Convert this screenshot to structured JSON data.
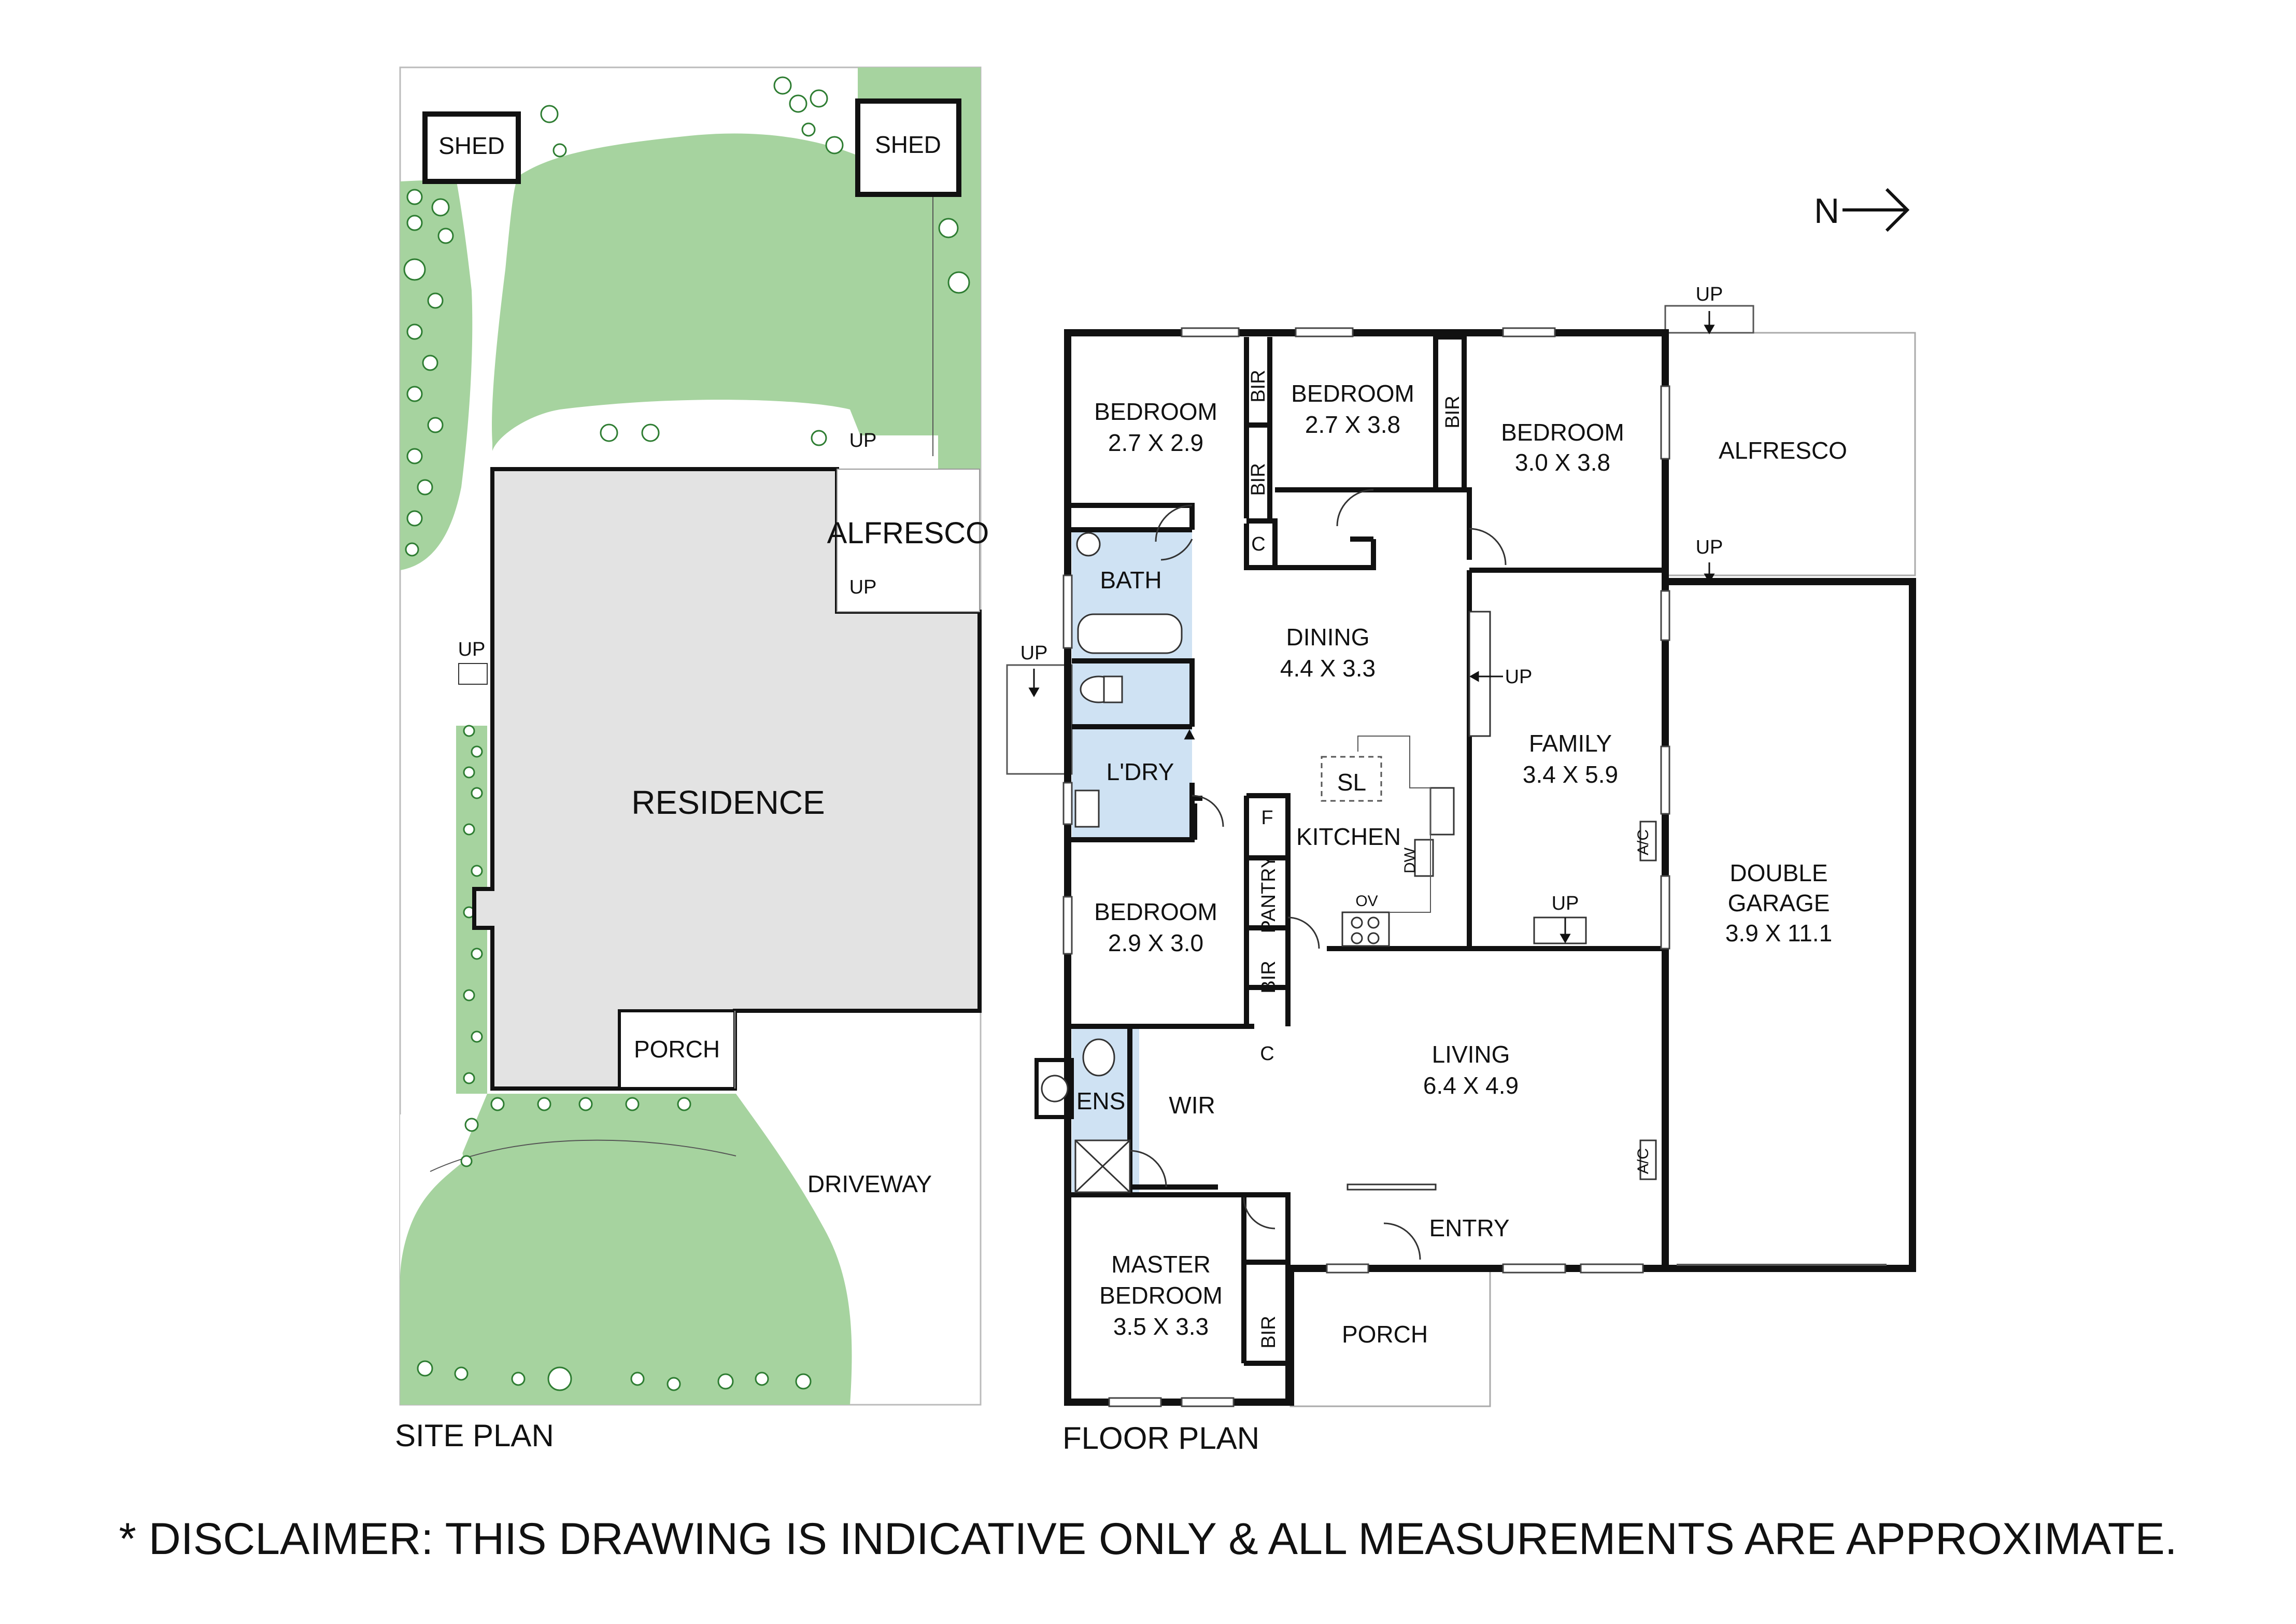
{
  "site_plan": {
    "caption": "SITE PLAN",
    "labels": {
      "shed_left": "SHED",
      "shed_right": "SHED",
      "up_alfresco_top": "UP",
      "alfresco": "ALFRESCO",
      "up_alfresco_bottom": "UP",
      "up_side": "UP",
      "residence": "RESIDENCE",
      "porch": "PORCH",
      "driveway": "DRIVEWAY"
    },
    "colors": {
      "lawn": "#a6d39f",
      "residence": "#e3e3e3"
    }
  },
  "floor_plan": {
    "caption": "FLOOR PLAN",
    "north": "N",
    "rooms": {
      "bedroom_1": {
        "name": "BEDROOM",
        "size": "2.7 X 2.9"
      },
      "bedroom_2": {
        "name": "BEDROOM",
        "size": "2.7 X 3.8"
      },
      "bedroom_3": {
        "name": "BEDROOM",
        "size": "3.0 X 3.8"
      },
      "bedroom_4": {
        "name": "BEDROOM",
        "size": "2.9 X 3.0"
      },
      "master_bedroom": {
        "name_line1": "MASTER",
        "name_line2": "BEDROOM",
        "size": "3.5 X 3.3"
      },
      "dining": {
        "name": "DINING",
        "size": "4.4 X 3.3"
      },
      "family": {
        "name": "FAMILY",
        "size": "3.4 X 5.9"
      },
      "living": {
        "name": "LIVING",
        "size": "6.4 X 4.9"
      },
      "double_garage": {
        "name_line1": "DOUBLE",
        "name_line2": "GARAGE",
        "size": "3.9 X 11.1"
      },
      "alfresco": "ALFRESCO",
      "bath": "BATH",
      "laundry": "L'DRY",
      "kitchen": "KITCHEN",
      "entry": "ENTRY",
      "porch": "PORCH",
      "ensuite": "ENS",
      "wir": "WIR"
    },
    "small_labels": {
      "bir": "BIR",
      "c": "C",
      "pantry": "PANTRY",
      "f": "F",
      "sl": "SL",
      "dw": "DW",
      "ov": "OV",
      "ac": "A/C",
      "up": "UP"
    },
    "colors": {
      "wet_areas": "#cfe2f3"
    }
  },
  "disclaimer": "* DISCLAIMER: THIS DRAWING IS INDICATIVE ONLY & ALL MEASUREMENTS ARE APPROXIMATE."
}
